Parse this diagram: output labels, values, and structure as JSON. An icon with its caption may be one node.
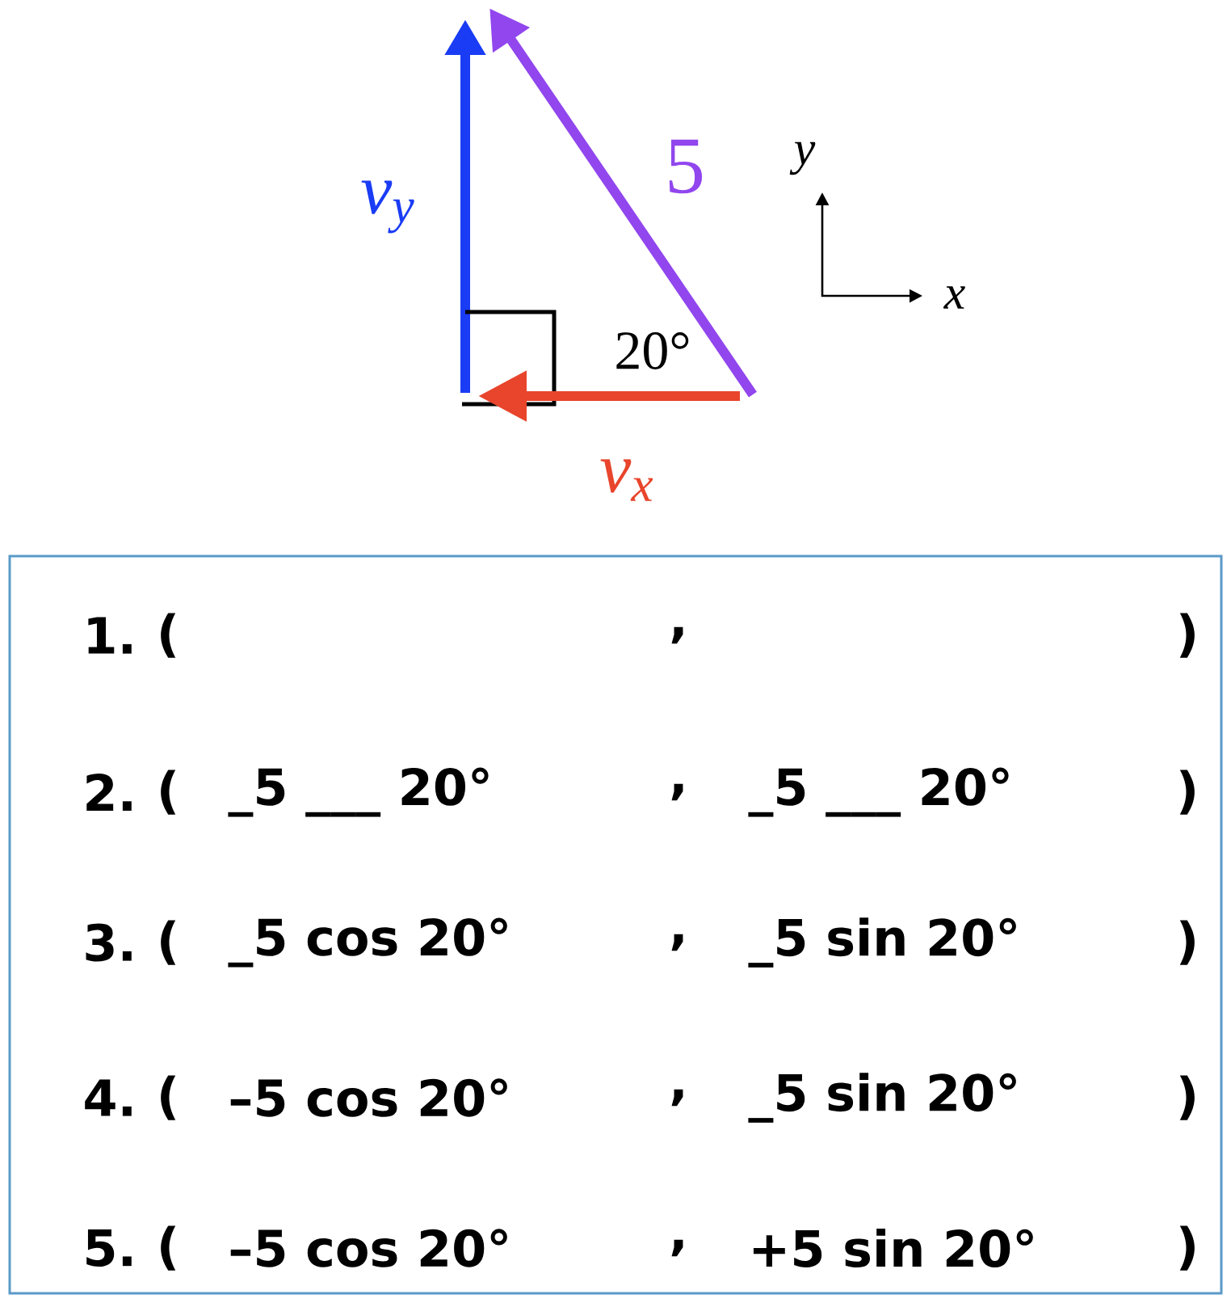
{
  "diagram": {
    "labels": [
      "v$_{y}$",
      "5",
      "y",
      "x",
      "20°",
      "v$_{x}$",
      "1.",
      "(",
      ",",
      ")",
      "2.",
      "(",
      "_5 ___ 20°",
      ",",
      "_5 ___ 20°",
      ")",
      "3.",
      "(",
      "_5 cos 20°",
      ",",
      "_5 sin 20°",
      ")",
      "4.",
      "(",
      "–5 cos 20°",
      ",",
      "_5 sin 20°",
      ")",
      "5.",
      "(",
      "–5 cos 20°",
      ",",
      "+5 sin 20°",
      ")"
    ]
  }
}
